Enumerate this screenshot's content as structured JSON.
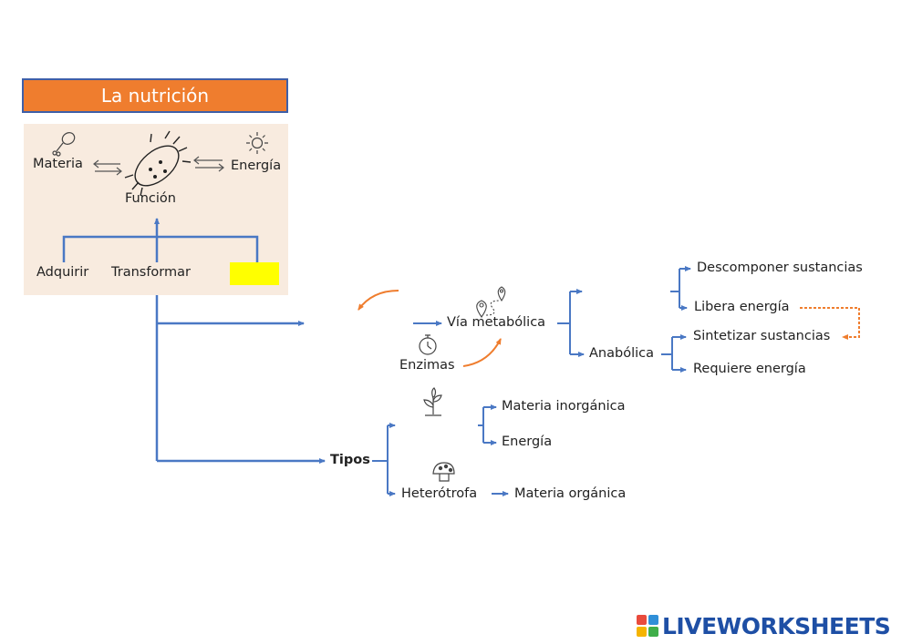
{
  "title": "La nutrición",
  "top": {
    "materia": "Materia",
    "energia": "Energía",
    "funcion": "Función",
    "adquirir": "Adquirir",
    "transformar": "Transformar"
  },
  "metabolism": {
    "via": "Vía metabólica",
    "enzimas": "Enzimas",
    "anabolica": "Anabólica",
    "descomponer": "Descomponer sustancias",
    "libera": "Libera energía",
    "sintetizar": "Sintetizar sustancias",
    "requiere": "Requiere energía"
  },
  "types": {
    "tipos": "Tipos",
    "materia_inorganica": "Materia inorgánica",
    "energia": "Energía",
    "heterotrofa": "Heterótrofa",
    "materia_organica": "Materia orgánica"
  },
  "brand": "LIVEWORKSHEETS",
  "colors": {
    "title_bg": "#ef7d2e",
    "connector_blue": "#4a78c4",
    "accent_orange": "#ef7d2e",
    "blank_yellow": "#ffff00",
    "panel_bg": "#f8ebdf",
    "brand_blue": "#1e4fa5"
  },
  "icons": [
    "drumstick-icon",
    "bacterium-icon",
    "sun-icon",
    "location-route-icon",
    "stopwatch-icon",
    "plant-icon",
    "mushroom-icon"
  ]
}
